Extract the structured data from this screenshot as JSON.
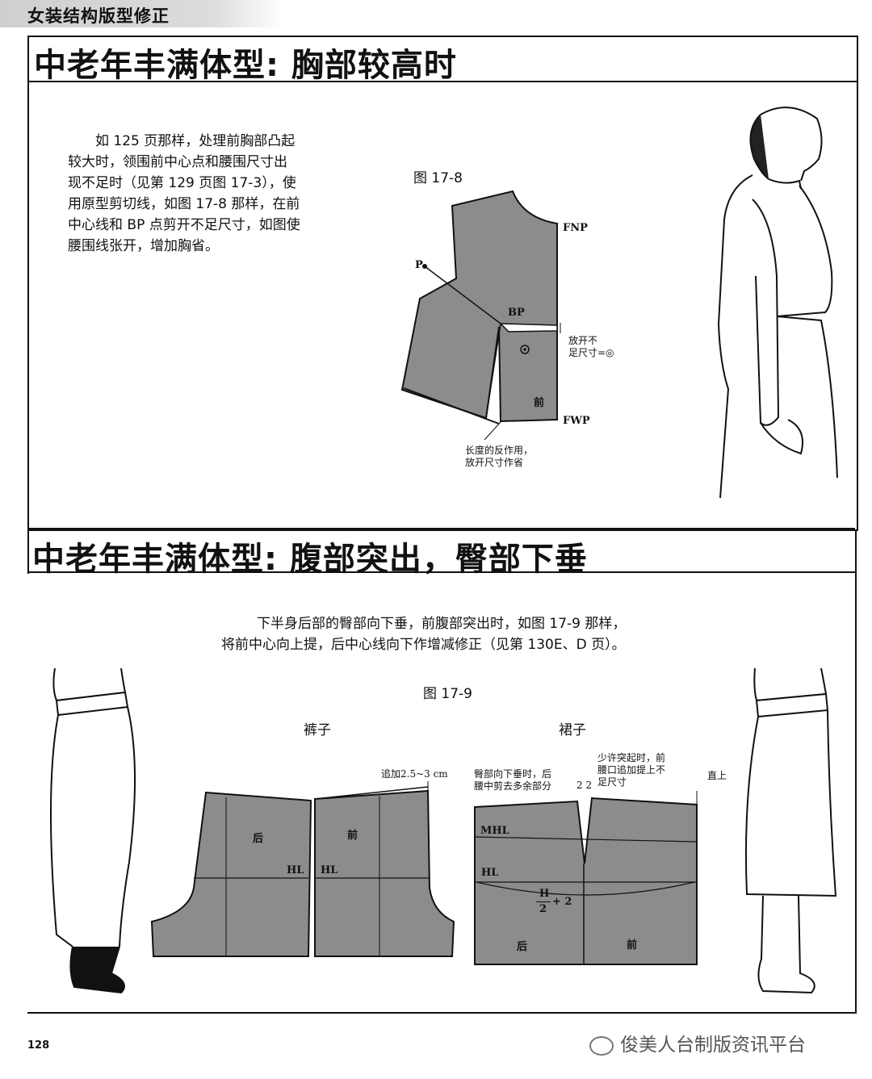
{
  "header": {
    "book_title": "女装结构版型修正"
  },
  "section1": {
    "title": "中老年丰满体型: 胸部较高时",
    "body_lines": [
      "　　如 125 页那样，处理前胸部凸起",
      "较大时，领围前中心点和腰围尺寸出",
      "现不足时（见第 129 页图 17-3），使",
      "用原型剪切线，如图 17-8 那样，在前",
      "中心线和 BP 点剪开不足尺寸，如图使",
      "腰围线张开，增加胸省。"
    ],
    "figure": {
      "label": "图 17-8",
      "fnp": "FNP",
      "p": "P",
      "bp": "BP",
      "open_note_1": "放开不",
      "open_note_2": "足尺寸=◎",
      "front": "前",
      "fwp": "FWP",
      "bottom_note_1": "长度的反作用，",
      "bottom_note_2": "放开尺寸作省"
    }
  },
  "section2": {
    "title": "中老年丰满体型: 腹部突出，臀部下垂",
    "body_lines": [
      "下半身后部的臀部向下垂，前腹部突出时，如图 17-9 那样，",
      "将前中心向上提，后中心线向下作增减修正（见第 130E、D 页）。"
    ],
    "figure": {
      "label": "图 17-9",
      "pants": {
        "title": "裤子",
        "add_note": "追加2.5~3 cm",
        "back": "后",
        "front": "前",
        "hl_left": "HL",
        "hl_right": "HL"
      },
      "skirt": {
        "title": "裙子",
        "note_left_1": "臀部向下垂时，后",
        "note_left_2": "腰中剪去多余部分",
        "twos": "2 2",
        "note_right_1": "少许突起时，前",
        "note_right_2": "腰口追加提上不",
        "note_right_3": "足尺寸",
        "straight_up": "直上",
        "mhl": "MHL",
        "hl": "HL",
        "h_num": "H",
        "h_den": "2",
        "plus_two": "+ 2",
        "back": "后",
        "front": "前"
      }
    }
  },
  "footer": {
    "page_number": "128",
    "brand": "俊美人台制版资讯平台"
  },
  "colors": {
    "pattern_fill": "#8c8c8c",
    "line": "#111111",
    "header_bg": "#d4d4d4"
  }
}
